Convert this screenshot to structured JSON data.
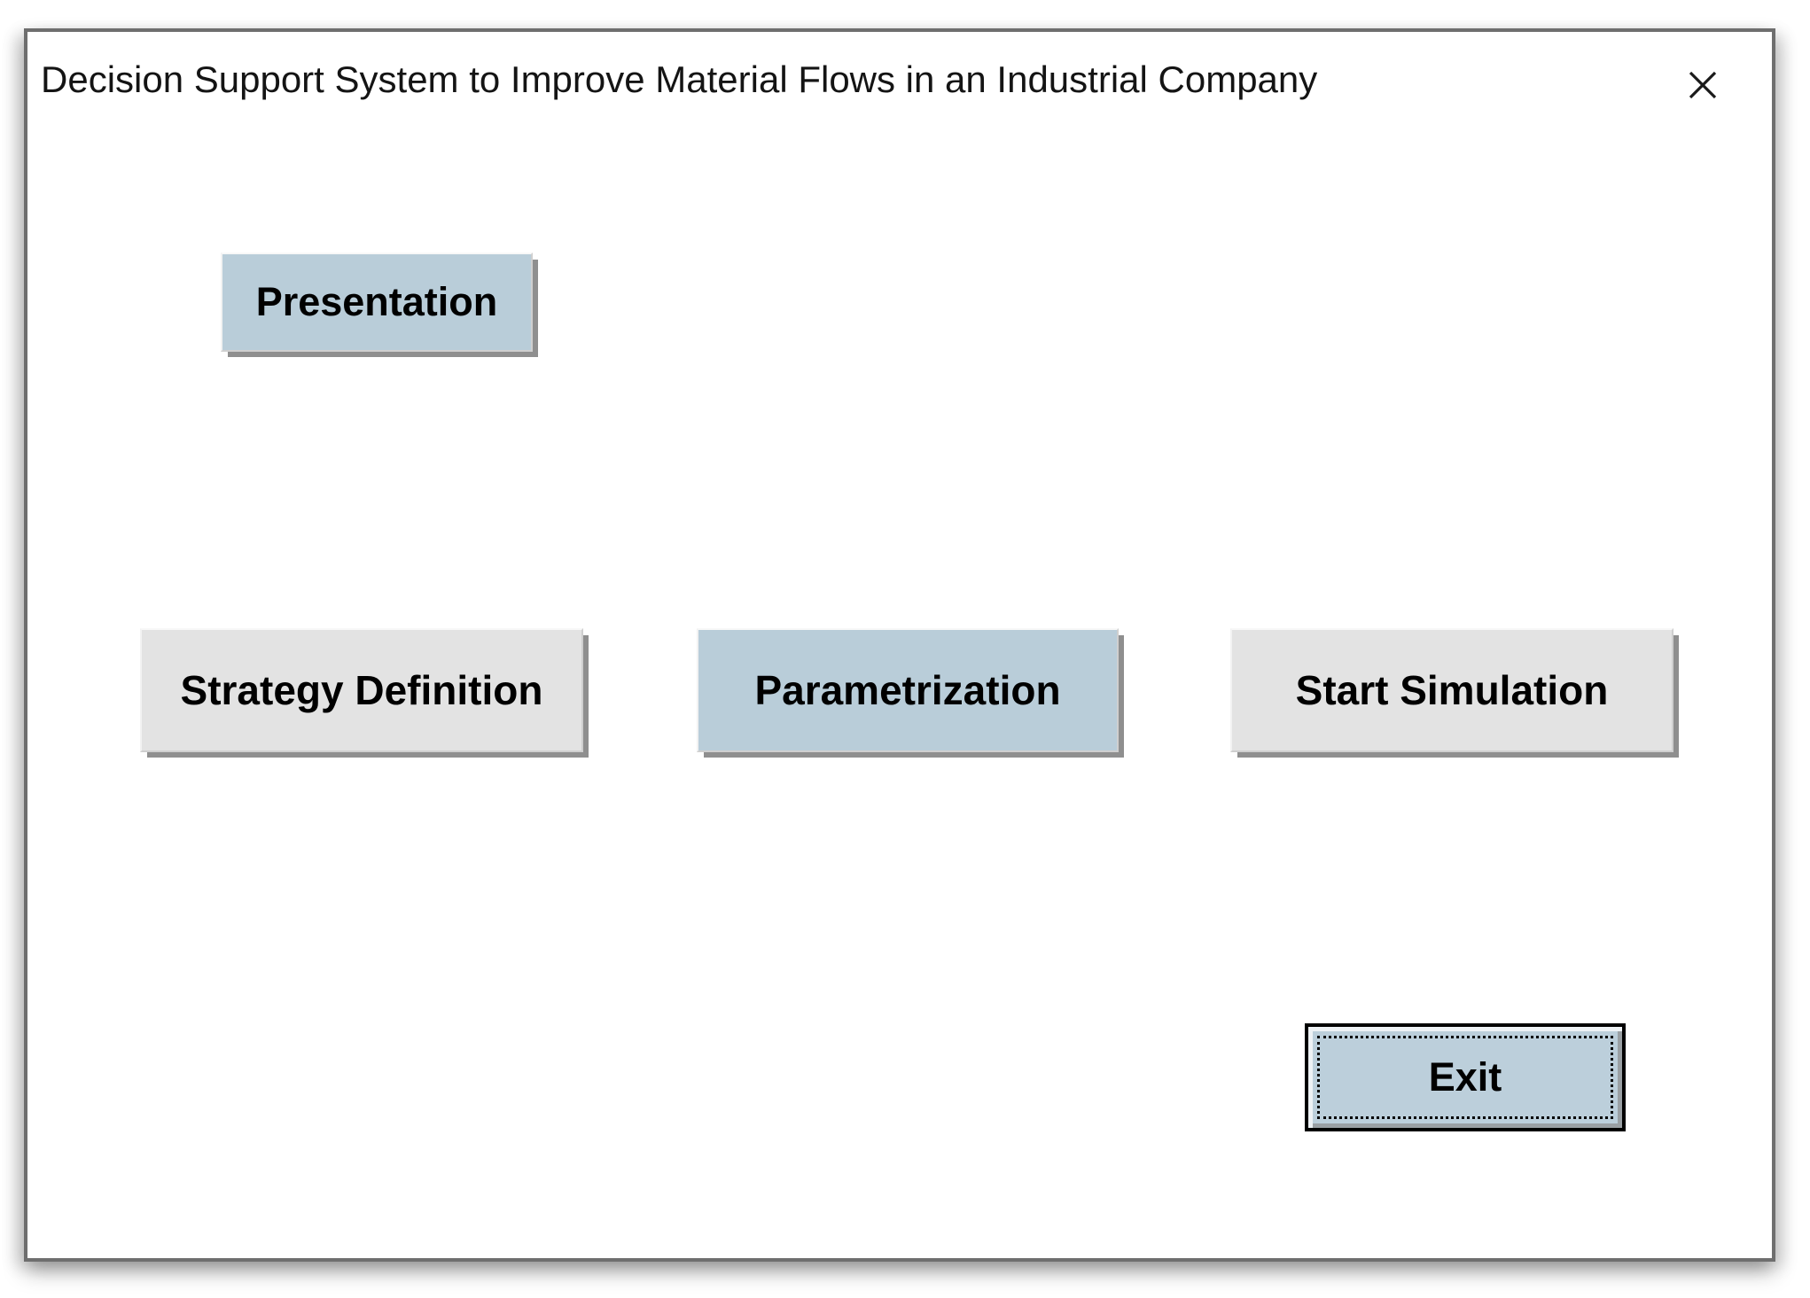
{
  "window": {
    "title": "Decision Support System to Improve Material Flows in an Industrial Company",
    "close_icon": "x-cross"
  },
  "buttons": {
    "presentation": {
      "label": "Presentation",
      "style": "background:#b9cdd9"
    },
    "strategy_definition": {
      "label": "Strategy Definition",
      "style": "background:#e3e3e3"
    },
    "parametrization": {
      "label": "Parametrization",
      "style": "background:#b9cdd9"
    },
    "start_simulation": {
      "label": "Start Simulation",
      "style": "background:#e3e3e3"
    },
    "exit": {
      "label": "Exit",
      "style": "background:#bccfdb",
      "focused": true
    }
  },
  "colors": {
    "button_blue": "#b9cdd9",
    "button_gray": "#e3e3e3",
    "button_shadow": "#8f8f8f",
    "dialog_border": "#6e6e6e",
    "default_button_border": "#000000",
    "text": "#000000",
    "background": "#ffffff"
  }
}
